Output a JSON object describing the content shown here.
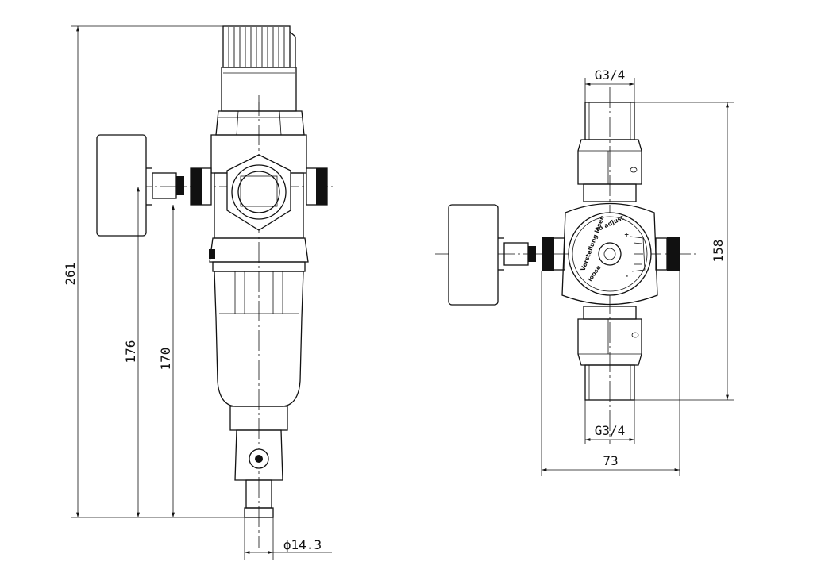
{
  "side_view": {
    "dim_overall_height": "261",
    "dim_gauge_height": "176",
    "dim_inlet_height": "170",
    "dim_drain_diameter": "ϕ14.3"
  },
  "front_view": {
    "dim_thread_top": "G3/4",
    "dim_thread_bottom": "G3/4",
    "dim_height": "158",
    "dim_width": "73",
    "dial_labels": [
      "to adjust",
      "loose",
      "Verstellung lösen",
      "+",
      "-"
    ]
  }
}
